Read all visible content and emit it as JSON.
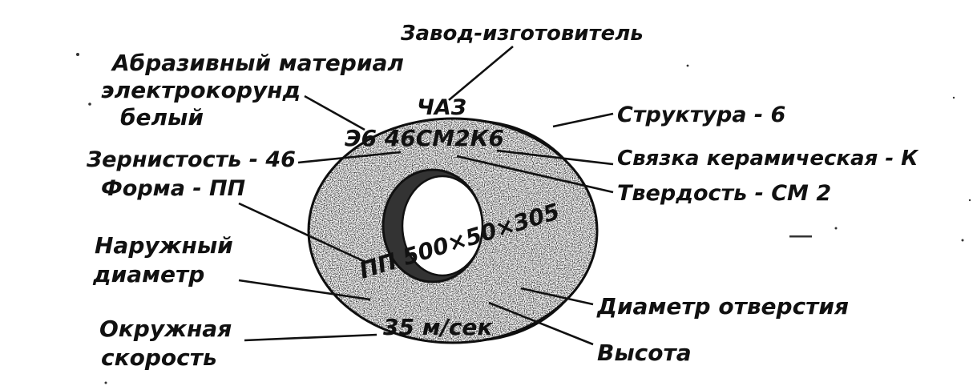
{
  "labels": {
    "manufacturer": "Завод-изготовитель",
    "abrasive_line1": "Абразивный материал",
    "abrasive_line2": "электрокорунд",
    "abrasive_line3": "белый",
    "grit": "Зернистость - 46",
    "shape": "Форма - ПП",
    "outer_diameter_line1": "Наружный",
    "outer_diameter_line2": "диаметр",
    "peripheral_speed_line1": "Окружная",
    "peripheral_speed_line2": "скорость",
    "structure": "Структура - 6",
    "bond": "Связка керамическая - К",
    "hardness": "Твердость - СМ 2",
    "bore_diameter": "Диаметр отверстия",
    "height": "Высота"
  },
  "wheel_marking": {
    "maker_code": "ЧАЗ",
    "spec_line": "Э6 46СМ2К6",
    "dimensions_line": "ПП 500×50×305",
    "speed_line": "35 м/сек"
  }
}
